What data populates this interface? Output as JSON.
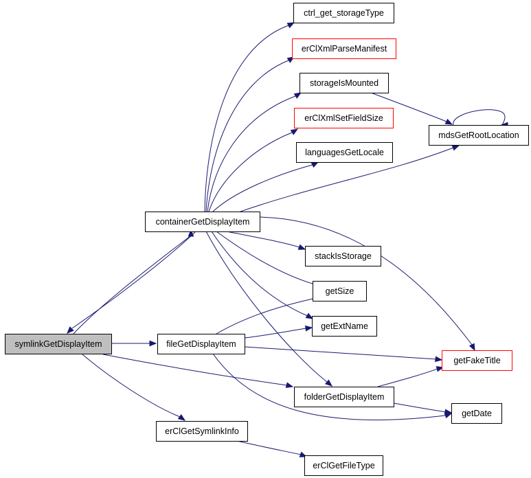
{
  "nodes": {
    "symlinkGetDisplayItem": {
      "label": "symlinkGetDisplayItem",
      "style": "root"
    },
    "containerGetDisplayItem": {
      "label": "containerGetDisplayItem",
      "style": "normal"
    },
    "fileGetDisplayItem": {
      "label": "fileGetDisplayItem",
      "style": "normal"
    },
    "erClGetSymlinkInfo": {
      "label": "erClGetSymlinkInfo",
      "style": "normal"
    },
    "folderGetDisplayItem": {
      "label": "folderGetDisplayItem",
      "style": "normal"
    },
    "ctrl_get_storageType": {
      "label": "ctrl_get_storageType",
      "style": "normal"
    },
    "erClXmlParseManifest": {
      "label": "erClXmlParseManifest",
      "style": "red"
    },
    "storageIsMounted": {
      "label": "storageIsMounted",
      "style": "normal"
    },
    "erClXmlSetFieldSize": {
      "label": "erClXmlSetFieldSize",
      "style": "red"
    },
    "languagesGetLocale": {
      "label": "languagesGetLocale",
      "style": "normal"
    },
    "mdsGetRootLocation": {
      "label": "mdsGetRootLocation",
      "style": "normal"
    },
    "stackIsStorage": {
      "label": "stackIsStorage",
      "style": "normal"
    },
    "getSize": {
      "label": "getSize",
      "style": "normal"
    },
    "getExtName": {
      "label": "getExtName",
      "style": "normal"
    },
    "getFakeTitle": {
      "label": "getFakeTitle",
      "style": "red"
    },
    "getDate": {
      "label": "getDate",
      "style": "normal"
    },
    "erClGetFileType": {
      "label": "erClGetFileType",
      "style": "normal"
    }
  },
  "edges": [
    {
      "from": "symlinkGetDisplayItem",
      "to": "containerGetDisplayItem"
    },
    {
      "from": "symlinkGetDisplayItem",
      "to": "fileGetDisplayItem"
    },
    {
      "from": "symlinkGetDisplayItem",
      "to": "folderGetDisplayItem"
    },
    {
      "from": "symlinkGetDisplayItem",
      "to": "erClGetSymlinkInfo"
    },
    {
      "from": "containerGetDisplayItem",
      "to": "symlinkGetDisplayItem"
    },
    {
      "from": "containerGetDisplayItem",
      "to": "ctrl_get_storageType"
    },
    {
      "from": "containerGetDisplayItem",
      "to": "erClXmlParseManifest"
    },
    {
      "from": "containerGetDisplayItem",
      "to": "storageIsMounted"
    },
    {
      "from": "containerGetDisplayItem",
      "to": "erClXmlSetFieldSize"
    },
    {
      "from": "containerGetDisplayItem",
      "to": "languagesGetLocale"
    },
    {
      "from": "containerGetDisplayItem",
      "to": "mdsGetRootLocation"
    },
    {
      "from": "containerGetDisplayItem",
      "to": "stackIsStorage"
    },
    {
      "from": "containerGetDisplayItem",
      "to": "getSize"
    },
    {
      "from": "containerGetDisplayItem",
      "to": "getExtName"
    },
    {
      "from": "containerGetDisplayItem",
      "to": "getFakeTitle"
    },
    {
      "from": "containerGetDisplayItem",
      "to": "folderGetDisplayItem"
    },
    {
      "from": "storageIsMounted",
      "to": "mdsGetRootLocation"
    },
    {
      "from": "mdsGetRootLocation",
      "to": "mdsGetRootLocation"
    },
    {
      "from": "fileGetDisplayItem",
      "to": "getSize"
    },
    {
      "from": "fileGetDisplayItem",
      "to": "getExtName"
    },
    {
      "from": "fileGetDisplayItem",
      "to": "getFakeTitle"
    },
    {
      "from": "fileGetDisplayItem",
      "to": "getDate"
    },
    {
      "from": "folderGetDisplayItem",
      "to": "getFakeTitle"
    },
    {
      "from": "folderGetDisplayItem",
      "to": "getDate"
    },
    {
      "from": "erClGetSymlinkInfo",
      "to": "erClGetFileType"
    }
  ],
  "colors": {
    "edge": "#191970",
    "node_border": "#000000",
    "external_border": "#ff0000",
    "root_fill": "#bfbfbf",
    "node_fill": "#ffffff"
  }
}
